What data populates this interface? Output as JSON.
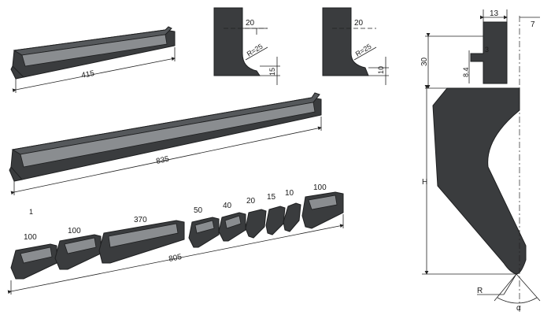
{
  "long_tools": {
    "tool_415": {
      "length_label": "415"
    },
    "tool_835": {
      "length_label": "835"
    }
  },
  "sectioned_set": {
    "segments": [
      {
        "label": "100"
      },
      {
        "label": "100"
      },
      {
        "label": "370"
      },
      {
        "label": "50"
      },
      {
        "label": "40"
      },
      {
        "label": "20"
      },
      {
        "label": "15"
      },
      {
        "label": "10"
      },
      {
        "label": "100"
      }
    ],
    "total_label": "805",
    "tick_label": "1"
  },
  "horn_detail_1": {
    "width_label": "20",
    "radius_label": "R=25",
    "height_label": "15"
  },
  "horn_detail_2": {
    "width_label": "20",
    "radius_label": "R=25",
    "height_label": "10"
  },
  "profile": {
    "tang_width_label": "13",
    "offset_label": "7",
    "groove_label": "3",
    "groove_depth_label": "8.4",
    "tang_height_label": "30",
    "height_label": "H",
    "radius_label": "R",
    "angle_label": "α"
  },
  "colors": {
    "tool_body": "#3a3c3e",
    "tool_face": "#55585b",
    "tool_edge": "#8a8d90",
    "line": "#222222"
  }
}
